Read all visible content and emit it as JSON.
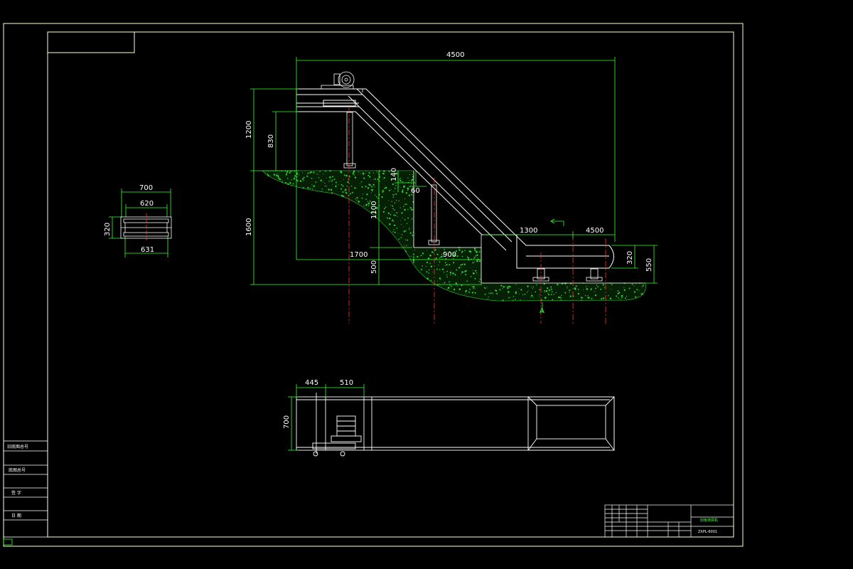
{
  "colors": {
    "background": "#000000",
    "frame": "#ffffcc",
    "outline": "#ffffff",
    "dimension": "#33ff33",
    "centerline": "#ff3333",
    "concrete": "#33cc33"
  },
  "elevation": {
    "overall_length": "4500",
    "top_height": "1200",
    "motor_height": "830",
    "pit_depth": "1600",
    "wall_height": "1100",
    "pit_bottom": "500",
    "step": "140",
    "gap": "60",
    "pit_length": "1700",
    "pit_step": "900",
    "horizontal_run": "1300",
    "tail_length": "4500",
    "tail_height_a": "320",
    "tail_height_b": "550",
    "section_mark": "A"
  },
  "section": {
    "outer_width": "700",
    "inner_width": "620",
    "base_width": "631",
    "height": "320"
  },
  "plan": {
    "offset_a": "445",
    "offset_b": "510",
    "width": "700"
  },
  "side_labels": [
    "旧底图总号",
    "底图总号",
    "签 字",
    "日 期"
  ],
  "title_block": {
    "title": "刮板排屑机",
    "drawing_number": "ZXPL-6001"
  }
}
